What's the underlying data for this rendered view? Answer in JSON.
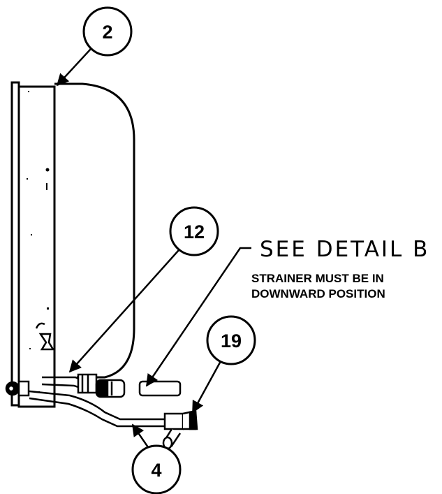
{
  "callouts": {
    "part_2": "2",
    "part_12": "12",
    "part_19": "19",
    "part_4": "4"
  },
  "notes": {
    "see_detail": "SEE DETAIL B",
    "strainer_line1": "STRAINER MUST BE IN",
    "strainer_line2": "DOWNWARD POSITION"
  },
  "colors": {
    "ink": "#000000",
    "paper": "#ffffff"
  }
}
